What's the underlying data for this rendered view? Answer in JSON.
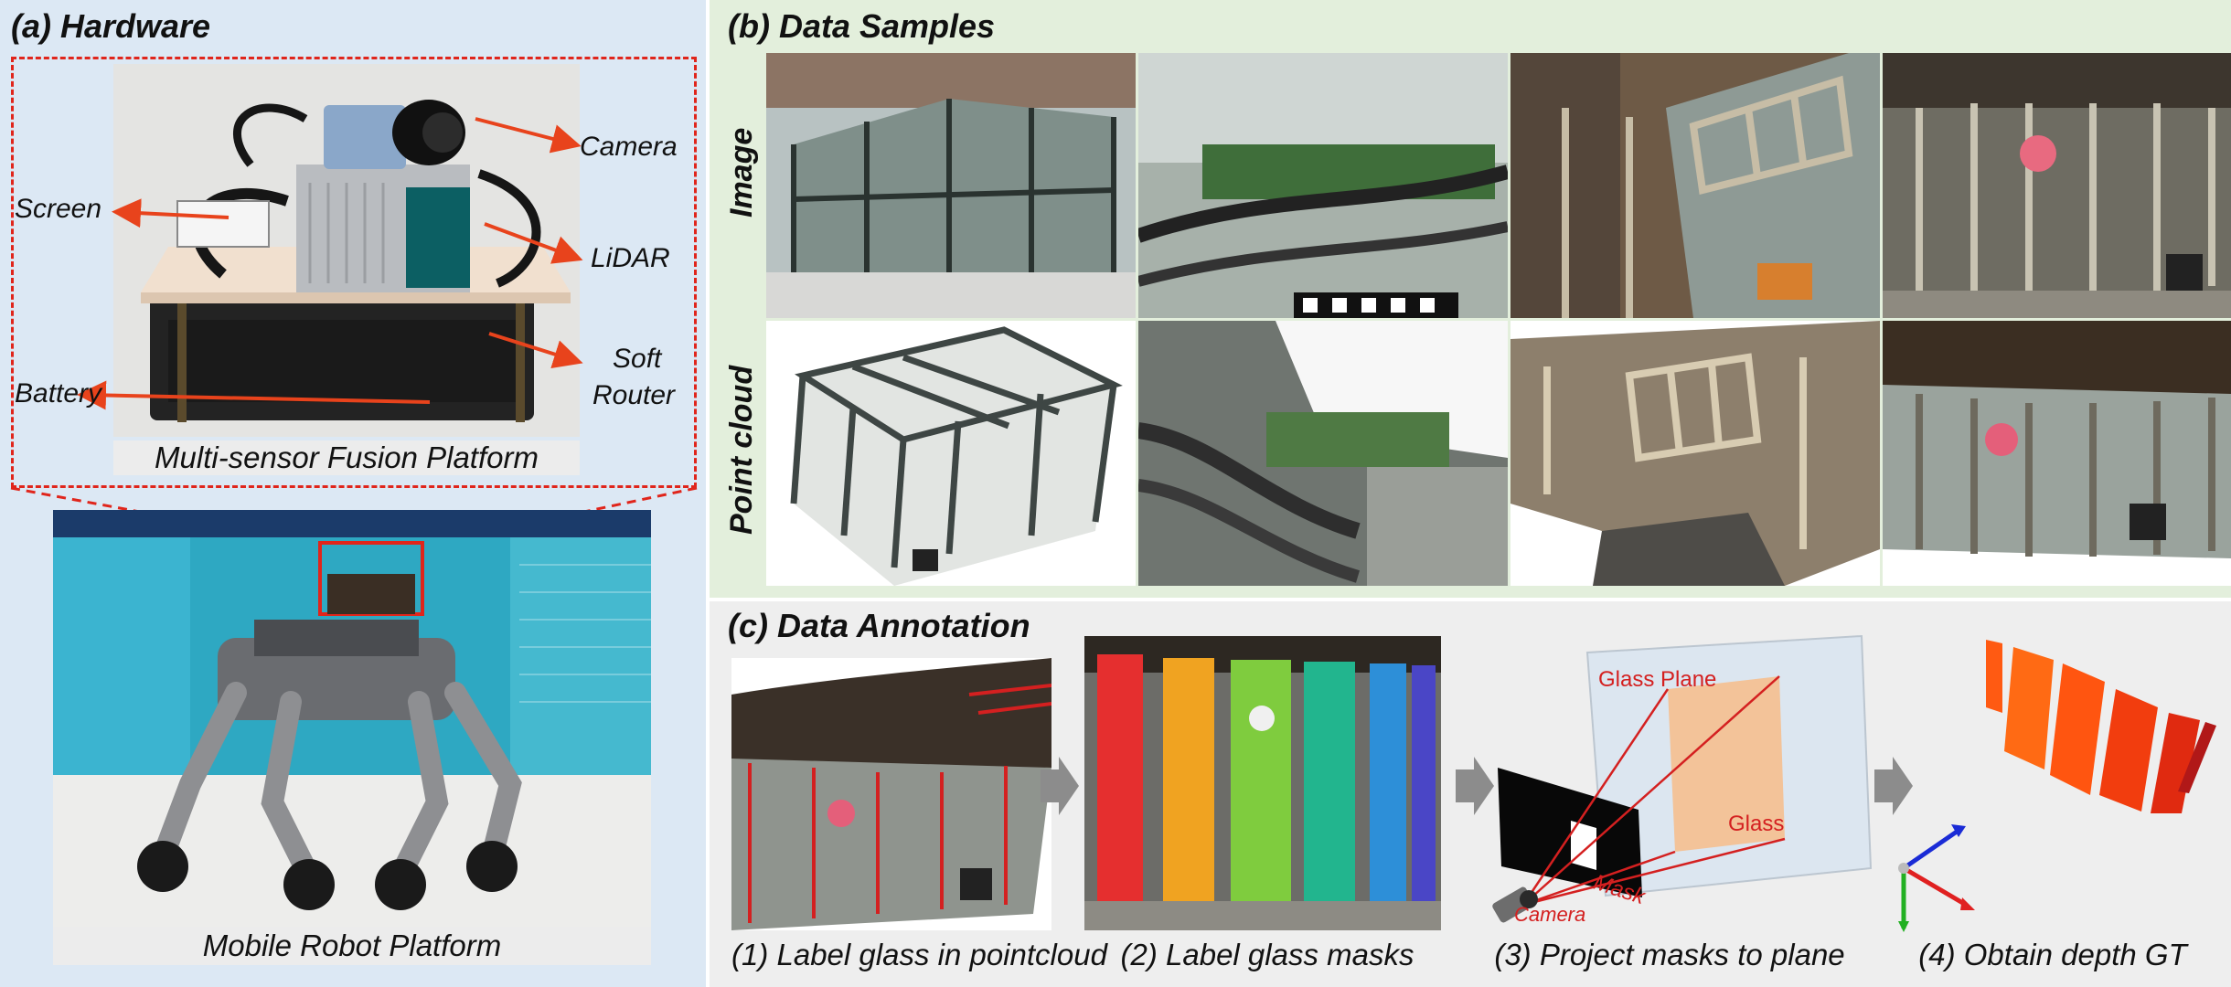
{
  "hardware": {
    "title": "(a) Hardware",
    "labels": {
      "camera": "Camera",
      "screen": "Screen",
      "lidar": "LiDAR",
      "soft": "Soft",
      "router": "Router",
      "battery": "Battery"
    },
    "fusion_caption": "Multi-sensor Fusion Platform",
    "robot_caption": "Mobile Robot Platform"
  },
  "samples": {
    "title": "(b) Data Samples",
    "row_image": "Image",
    "row_pointcloud": "Point cloud"
  },
  "annotation": {
    "title": "(c) Data Annotation",
    "step1": "(1) Label glass in pointcloud",
    "step2": "(2) Label glass masks",
    "step3": "(3) Project masks to plane",
    "step4": "(4) Obtain depth GT",
    "glass_plane": "Glass Plane",
    "glass": "Glass",
    "mask": "Mask",
    "camera": "Camera"
  },
  "colors": {
    "panel_a_bg": "#dce8f4",
    "panel_b_bg": "#e3efdc",
    "panel_c_bg": "#eeeeee",
    "arrow_red": "#e8431c",
    "dash_red": "#e0251b",
    "annot_red": "#d42020"
  }
}
